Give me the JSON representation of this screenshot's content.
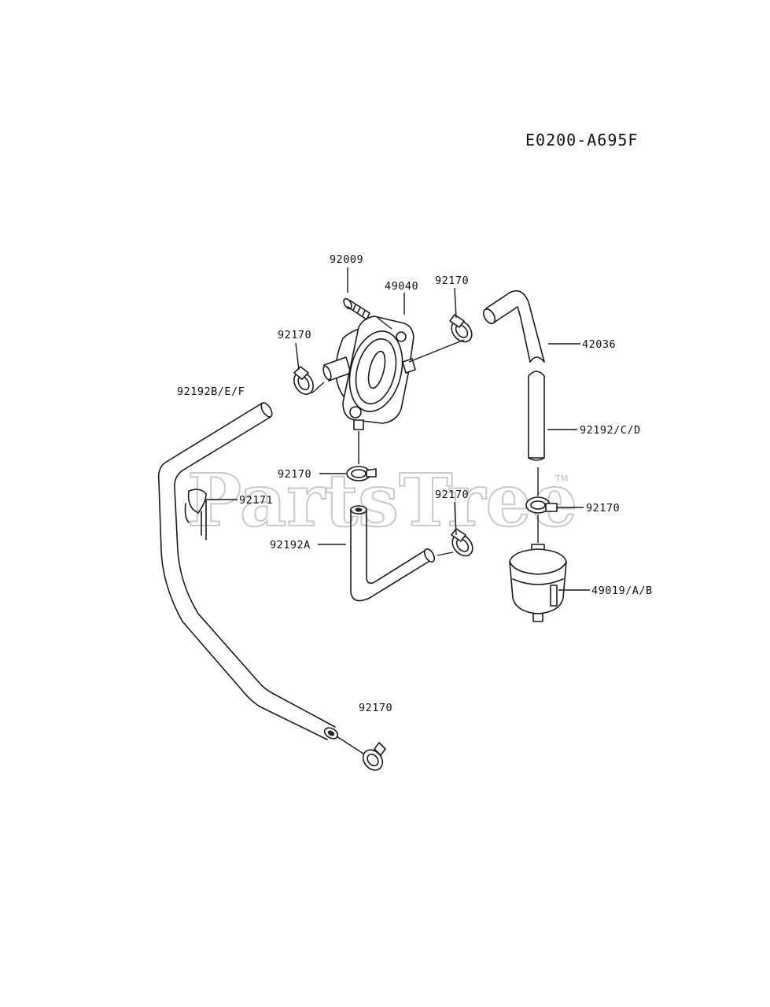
{
  "diagram_code": "E0200-A695F",
  "watermark": {
    "text": "PartsTree",
    "trademark": "TM"
  },
  "callouts": {
    "bolt": "92009",
    "fuel_pump": "49040",
    "clamp_top": "92170",
    "elbow_hose": "42036",
    "clamp_left": "92170",
    "hose_long": "92192B/E/F",
    "hose_right": "92192/C/D",
    "clamp_mid": "92170",
    "clip": "92171",
    "clamp_mid_right": "92170",
    "clamp_filter": "92170",
    "hose_a": "92192A",
    "fuel_filter": "49019/A/B",
    "clamp_bottom": "92170"
  }
}
